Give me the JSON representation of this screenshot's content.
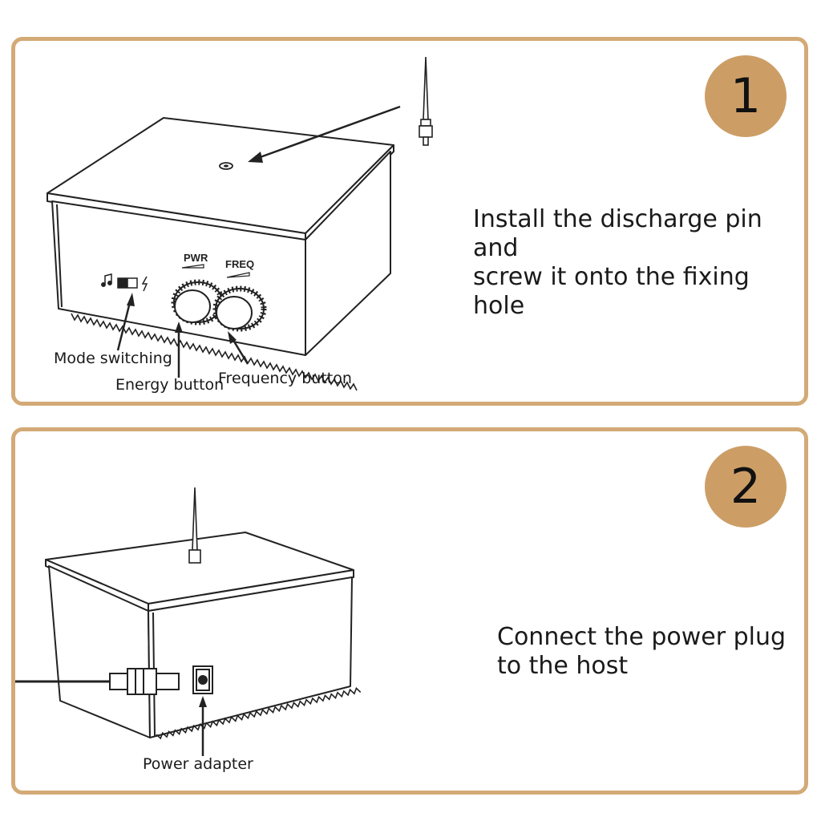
{
  "steps": [
    {
      "number": "1",
      "instruction": "Install the discharge pin and\nscrew it onto the fixing hole",
      "device_labels": {
        "pwr": "PWR",
        "freq": "FREQ"
      },
      "callouts": {
        "mode": "Mode switching",
        "energy": "Energy button",
        "frequency": "Frequency button"
      }
    },
    {
      "number": "2",
      "instruction": "Connect the power plug\nto the host",
      "callouts": {
        "power": "Power adapter"
      }
    }
  ],
  "colors": {
    "border": "#d3aa76",
    "badge": "#cc9e66",
    "line": "#222222"
  }
}
